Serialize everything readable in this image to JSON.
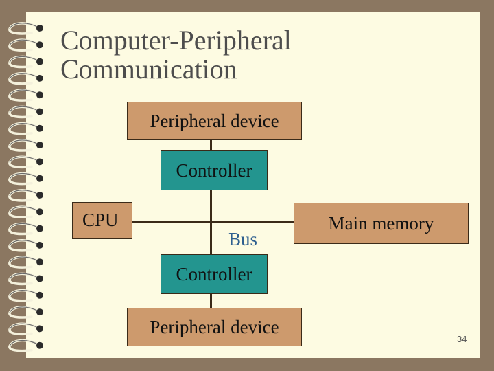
{
  "slide": {
    "title": "Computer-Peripheral\nCommunication",
    "page_number": "34"
  },
  "diagram": {
    "peripheral_top": "Peripheral device",
    "controller_top": "Controller",
    "cpu": "CPU",
    "bus": "Bus",
    "main_memory": "Main memory",
    "controller_bottom": "Controller",
    "peripheral_bottom": "Peripheral device"
  },
  "colors": {
    "box_tan": "#cd9a6d",
    "box_teal": "#23958f",
    "bus_label": "#2e5f8f"
  }
}
